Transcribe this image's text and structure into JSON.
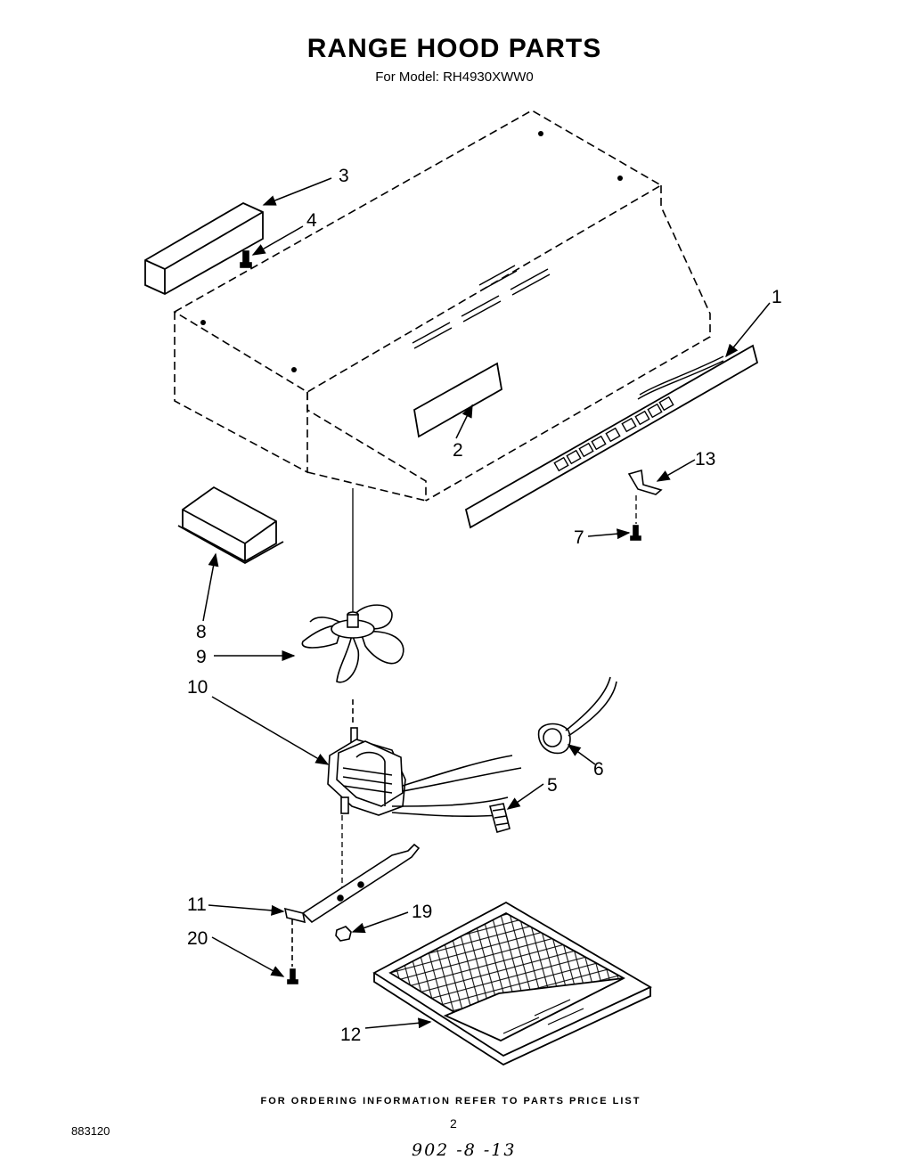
{
  "header": {
    "title": "RANGE HOOD PARTS",
    "subtitle": "For Model: RH4930XWW0"
  },
  "callouts": {
    "c1": "1",
    "c2": "2",
    "c3": "3",
    "c4": "4",
    "c5": "5",
    "c6": "6",
    "c7": "7",
    "c8": "8",
    "c9": "9",
    "c10": "10",
    "c11": "11",
    "c12": "12",
    "c13": "13",
    "c19": "19",
    "c20": "20"
  },
  "footer": {
    "ordering_note": "FOR ORDERING INFORMATION REFER TO PARTS PRICE LIST",
    "page_number": "2",
    "document_number": "883120",
    "handwritten_code": "902 -8 -13"
  }
}
